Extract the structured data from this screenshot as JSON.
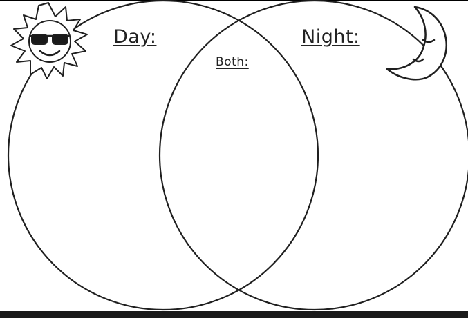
{
  "labels": {
    "day": "Day:",
    "both": "Both:",
    "night": "Night:"
  },
  "icons": {
    "left": "sun-with-sunglasses-icon",
    "right": "crescent-moon-icon"
  },
  "colors": {
    "line": "#1f1f1f",
    "background": "#ffffff"
  }
}
